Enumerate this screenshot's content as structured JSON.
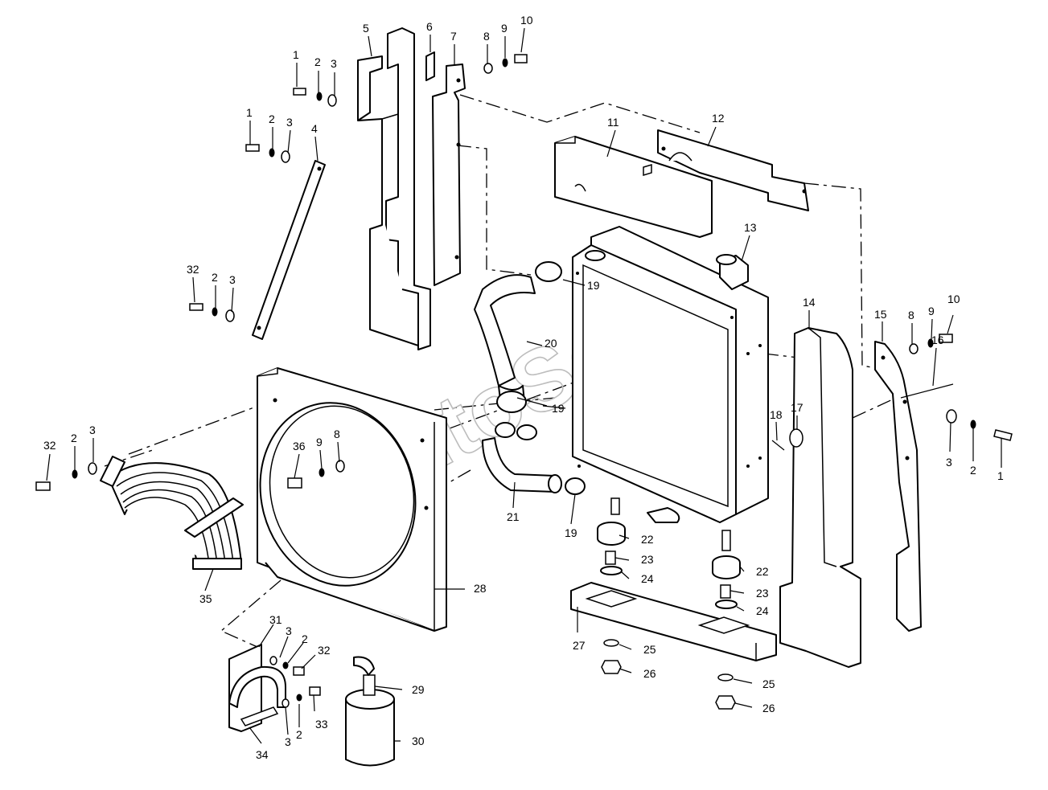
{
  "watermark": "AutoSoft",
  "callouts": [
    {
      "id": "c-1a",
      "text": "1"
    },
    {
      "id": "c-2a",
      "text": "2"
    },
    {
      "id": "c-3a",
      "text": "3"
    },
    {
      "id": "c-5",
      "text": "5"
    },
    {
      "id": "c-6",
      "text": "6"
    },
    {
      "id": "c-7",
      "text": "7"
    },
    {
      "id": "c-8a",
      "text": "8"
    },
    {
      "id": "c-9a",
      "text": "9"
    },
    {
      "id": "c-10a",
      "text": "10"
    },
    {
      "id": "c-1b",
      "text": "1"
    },
    {
      "id": "c-2b",
      "text": "2"
    },
    {
      "id": "c-3b",
      "text": "3"
    },
    {
      "id": "c-4",
      "text": "4"
    },
    {
      "id": "c-11",
      "text": "11"
    },
    {
      "id": "c-12",
      "text": "12"
    },
    {
      "id": "c-13",
      "text": "13"
    },
    {
      "id": "c-32a",
      "text": "32"
    },
    {
      "id": "c-2c",
      "text": "2"
    },
    {
      "id": "c-3c",
      "text": "3"
    },
    {
      "id": "c-19a",
      "text": "19"
    },
    {
      "id": "c-20",
      "text": "20"
    },
    {
      "id": "c-14",
      "text": "14"
    },
    {
      "id": "c-15",
      "text": "15"
    },
    {
      "id": "c-8b",
      "text": "8"
    },
    {
      "id": "c-9b",
      "text": "9"
    },
    {
      "id": "c-10b",
      "text": "10"
    },
    {
      "id": "c-16",
      "text": "16"
    },
    {
      "id": "c-19b",
      "text": "19"
    },
    {
      "id": "c-18",
      "text": "18"
    },
    {
      "id": "c-17",
      "text": "17"
    },
    {
      "id": "c-32b",
      "text": "32"
    },
    {
      "id": "c-2d",
      "text": "2"
    },
    {
      "id": "c-3d",
      "text": "3"
    },
    {
      "id": "c-36",
      "text": "36"
    },
    {
      "id": "c-9c",
      "text": "9"
    },
    {
      "id": "c-8c",
      "text": "8"
    },
    {
      "id": "c-3e",
      "text": "3"
    },
    {
      "id": "c-2e",
      "text": "2"
    },
    {
      "id": "c-1c",
      "text": "1"
    },
    {
      "id": "c-21",
      "text": "21"
    },
    {
      "id": "c-19c",
      "text": "19"
    },
    {
      "id": "c-22a",
      "text": "22"
    },
    {
      "id": "c-23a",
      "text": "23"
    },
    {
      "id": "c-24a",
      "text": "24"
    },
    {
      "id": "c-22b",
      "text": "22"
    },
    {
      "id": "c-23b",
      "text": "23"
    },
    {
      "id": "c-24b",
      "text": "24"
    },
    {
      "id": "c-35",
      "text": "35"
    },
    {
      "id": "c-28",
      "text": "28"
    },
    {
      "id": "c-27",
      "text": "27"
    },
    {
      "id": "c-25a",
      "text": "25"
    },
    {
      "id": "c-26a",
      "text": "26"
    },
    {
      "id": "c-25b",
      "text": "25"
    },
    {
      "id": "c-26b",
      "text": "26"
    },
    {
      "id": "c-31",
      "text": "31"
    },
    {
      "id": "c-3f",
      "text": "3"
    },
    {
      "id": "c-2f",
      "text": "2"
    },
    {
      "id": "c-32c",
      "text": "32"
    },
    {
      "id": "c-29",
      "text": "29"
    },
    {
      "id": "c-33",
      "text": "33"
    },
    {
      "id": "c-2g",
      "text": "2"
    },
    {
      "id": "c-3g",
      "text": "3"
    },
    {
      "id": "c-30",
      "text": "30"
    },
    {
      "id": "c-34",
      "text": "34"
    }
  ]
}
